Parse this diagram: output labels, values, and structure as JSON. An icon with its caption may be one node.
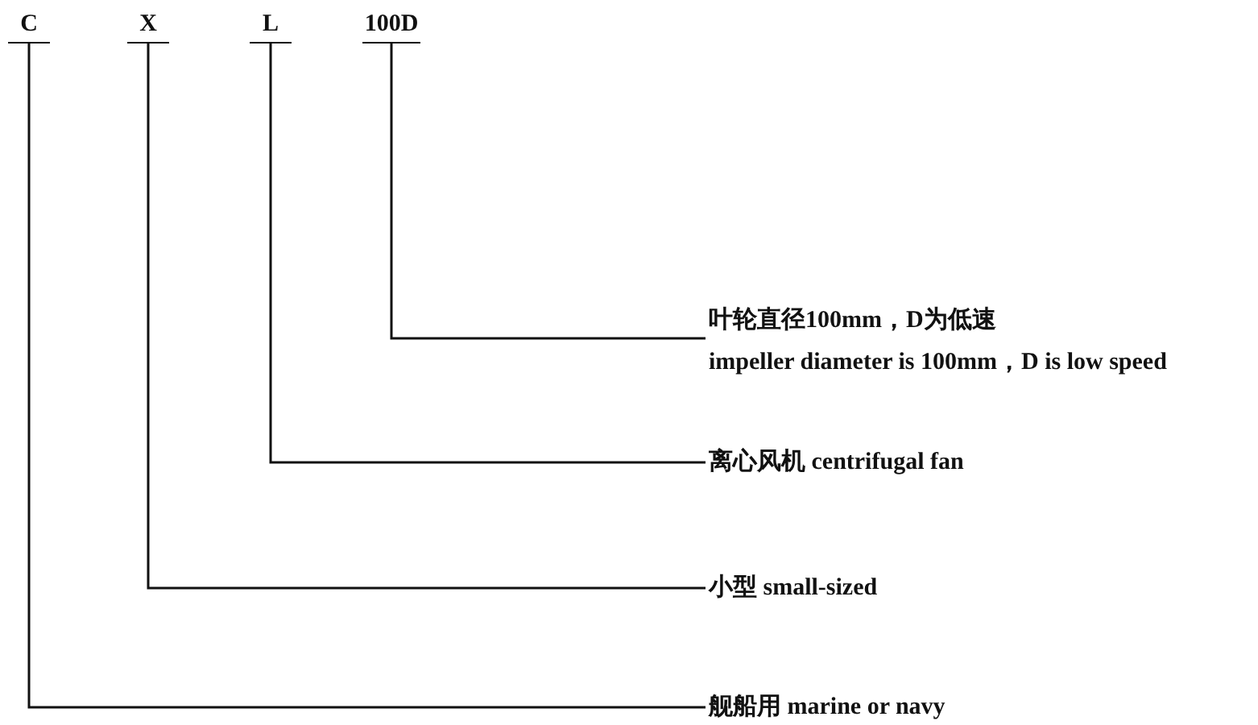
{
  "diagram": {
    "nodes": [
      {
        "text": [
          "C"
        ]
      },
      {
        "text": [
          "X"
        ]
      },
      {
        "text": [
          "L"
        ]
      },
      {
        "text": [
          "100D"
        ]
      },
      {
        "text": [
          "叶轮直径100mm，D为低速",
          "impeller diameter is 100mm，D is low speed"
        ]
      },
      {
        "text": [
          "离心风机 centrifugal fan"
        ]
      },
      {
        "text": [
          "小型 small-sized"
        ]
      },
      {
        "text": [
          "舰船用 marine or navy"
        ]
      }
    ],
    "edges": [
      {
        "from": 3,
        "to": 4,
        "arrow": "none"
      },
      {
        "from": 2,
        "to": 5,
        "arrow": "none"
      },
      {
        "from": 1,
        "to": 6,
        "arrow": "none"
      },
      {
        "from": 0,
        "to": 7,
        "arrow": "none"
      }
    ]
  }
}
